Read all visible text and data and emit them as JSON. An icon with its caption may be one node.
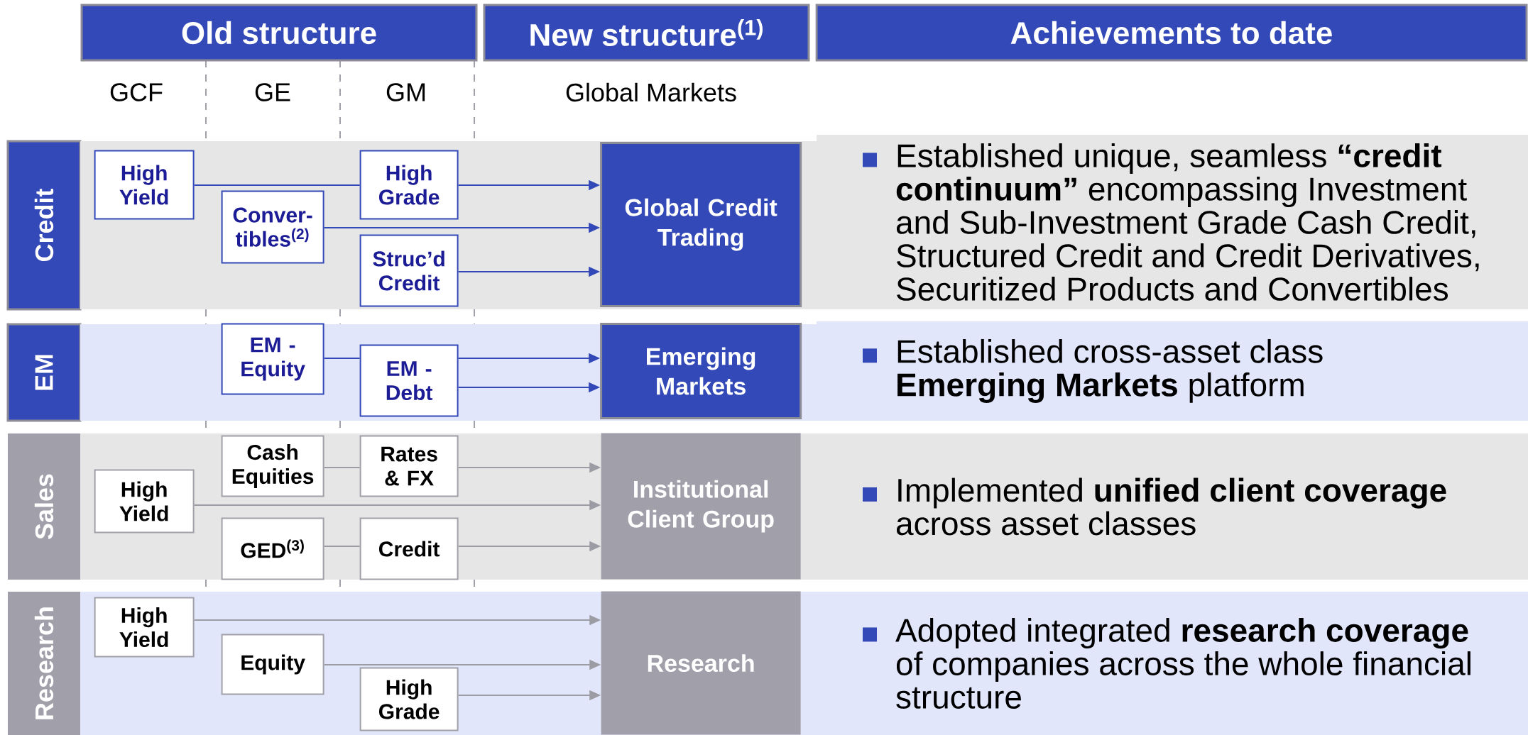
{
  "diagram": {
    "nodes": [
      {
        "text": [
          "Old structure"
        ]
      },
      {
        "text": [
          "New structure$^{(1)}$"
        ]
      },
      {
        "text": [
          "Achievements to date"
        ]
      },
      {
        "text": [
          "Credit"
        ]
      },
      {
        "text": [],
        "shape": "band"
      },
      {
        "text": [
          "High Yield"
        ],
        "in": 4
      },
      {
        "text": [
          "High Grade"
        ],
        "in": 4
      },
      {
        "text": [
          "Conver- tibles$^{(2)}$"
        ],
        "in": 4
      },
      {
        "text": [
          "Struc’d Credit"
        ],
        "in": 4
      },
      {
        "text": [
          "Global Credit Trading"
        ],
        "in": 4
      },
      {
        "text": [
          "EM"
        ]
      },
      {
        "text": [],
        "shape": "band"
      },
      {
        "text": [
          "EM - Equity"
        ],
        "in": 11
      },
      {
        "text": [
          "EM - Debt"
        ],
        "in": 11
      },
      {
        "text": [
          "Emerging Markets"
        ],
        "in": 11
      },
      {
        "text": [
          "Sales"
        ]
      },
      {
        "text": [],
        "shape": "band"
      },
      {
        "text": [
          "Cash Equities"
        ],
        "in": 16
      },
      {
        "text": [
          "Rates & FX"
        ],
        "in": 16
      },
      {
        "text": [
          "High Yield"
        ],
        "in": 16
      },
      {
        "text": [
          "GED$^{(3)}$"
        ],
        "in": 16
      },
      {
        "text": [
          "Credit"
        ],
        "in": 16
      },
      {
        "text": [
          "Institutional Client Group"
        ],
        "in": 16
      },
      {
        "text": [
          "Research"
        ]
      },
      {
        "text": [],
        "shape": "band"
      },
      {
        "text": [
          "High Yield"
        ],
        "in": 24
      },
      {
        "text": [
          "Equity"
        ],
        "in": 24
      },
      {
        "text": [
          "High Grade"
        ],
        "in": 24
      },
      {
        "text": [
          "Research"
        ],
        "in": 24
      },
      {
        "text": [
          "Established unique, seamless **“credit continuum”** encompassing Investment and Sub-Investment Grade Cash Credit, Structured Credit and Credit Derivatives, Securitized Products and Convertibles"
        ]
      },
      {
        "text": [
          "Established cross-asset class **Emerging Markets** platform"
        ]
      },
      {
        "text": [
          "Implemented **unified client coverage** across asset classes"
        ]
      },
      {
        "text": [
          "Adopted integrated **research coverage** of companies across the whole financial structure"
        ]
      }
    ],
    "edges": [
      {
        "from": 5,
        "to": 6,
        "arrow": "none",
        "color": "#3449b8"
      },
      {
        "from": 6,
        "to": 9,
        "arrow": "to",
        "color": "#3449b8"
      },
      {
        "from": 7,
        "to": 9,
        "arrow": "to",
        "color": "#3449b8"
      },
      {
        "from": 8,
        "to": 9,
        "arrow": "to",
        "color": "#3449b8"
      },
      {
        "from": 12,
        "to": 13,
        "arrow": "none",
        "color": "#3449b8"
      },
      {
        "from": 13,
        "to": 14,
        "arrow": "to",
        "color": "#3449b8"
      },
      {
        "from": 13,
        "to": 14,
        "arrow": "to",
        "color": "#3449b8"
      },
      {
        "from": 17,
        "to": 18,
        "arrow": "none"
      },
      {
        "from": 18,
        "to": 22,
        "arrow": "to"
      },
      {
        "from": 19,
        "to": 22,
        "arrow": "to"
      },
      {
        "from": 20,
        "to": 21,
        "arrow": "none"
      },
      {
        "from": 21,
        "to": 22,
        "arrow": "to"
      },
      {
        "from": 25,
        "to": 28,
        "arrow": "to"
      },
      {
        "from": 26,
        "to": 28,
        "arrow": "to"
      },
      {
        "from": 27,
        "to": 28,
        "arrow": "to"
      }
    ],
    "labels": [
      "GCF",
      "GE",
      "GM",
      "Global Markets"
    ]
  }
}
